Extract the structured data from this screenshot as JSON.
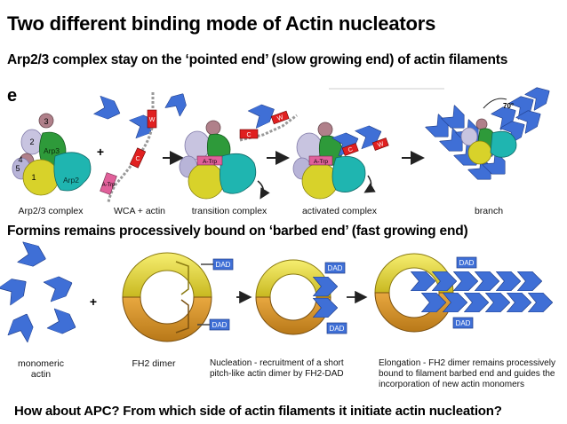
{
  "title": "Two different binding mode of Actin nucleators",
  "subtitle_arp": "Arp2/3 complex stay on the ‘pointed end’ (slow growing end) of actin filaments",
  "panel_letter": "e",
  "arp_panel": {
    "captions": [
      "Arp2/3 complex",
      "WCA + actin",
      "transition complex",
      "activated complex",
      "branch"
    ],
    "subunit_labels": [
      "3",
      "2",
      "4",
      "5",
      "1",
      "Arp3",
      "Arp2"
    ],
    "domain_labels": {
      "acidic": "A-Trp",
      "central": "C",
      "wh2": "W"
    },
    "angle_label": "70°",
    "plus": "+"
  },
  "subtitle_formin": "Formins remains processively bound on ‘barbed end’ (fast growing end)",
  "formin_panel": {
    "captions": {
      "monomeric": "monomeric\nactin",
      "fh2": "FH2 dimer",
      "nucleation": "Nucleation - recruitment of a short\npitch-like actin dimer by FH2-DAD",
      "elongation": "Elongation - FH2 dimer remains processively\nbound to filament barbed end and guides the\nincorporation of new actin monomers"
    },
    "dad_label": "DAD",
    "plus": "+"
  },
  "footer_question": "How about APC?  From which side of actin filaments it initiate actin nucleation?",
  "colors": {
    "actin_blue": "#3f6fd6",
    "arp3_green": "#2e9a3a",
    "arp2_teal": "#1fb5b0",
    "yellow": "#d8d22a",
    "lavender": "#b8b4d8",
    "mauve": "#b0808a",
    "wca_red": "#e02020",
    "atrp_pink": "#e0609a",
    "fh2_yellow": "#f0e040",
    "fh2_orange": "#d89a30"
  }
}
